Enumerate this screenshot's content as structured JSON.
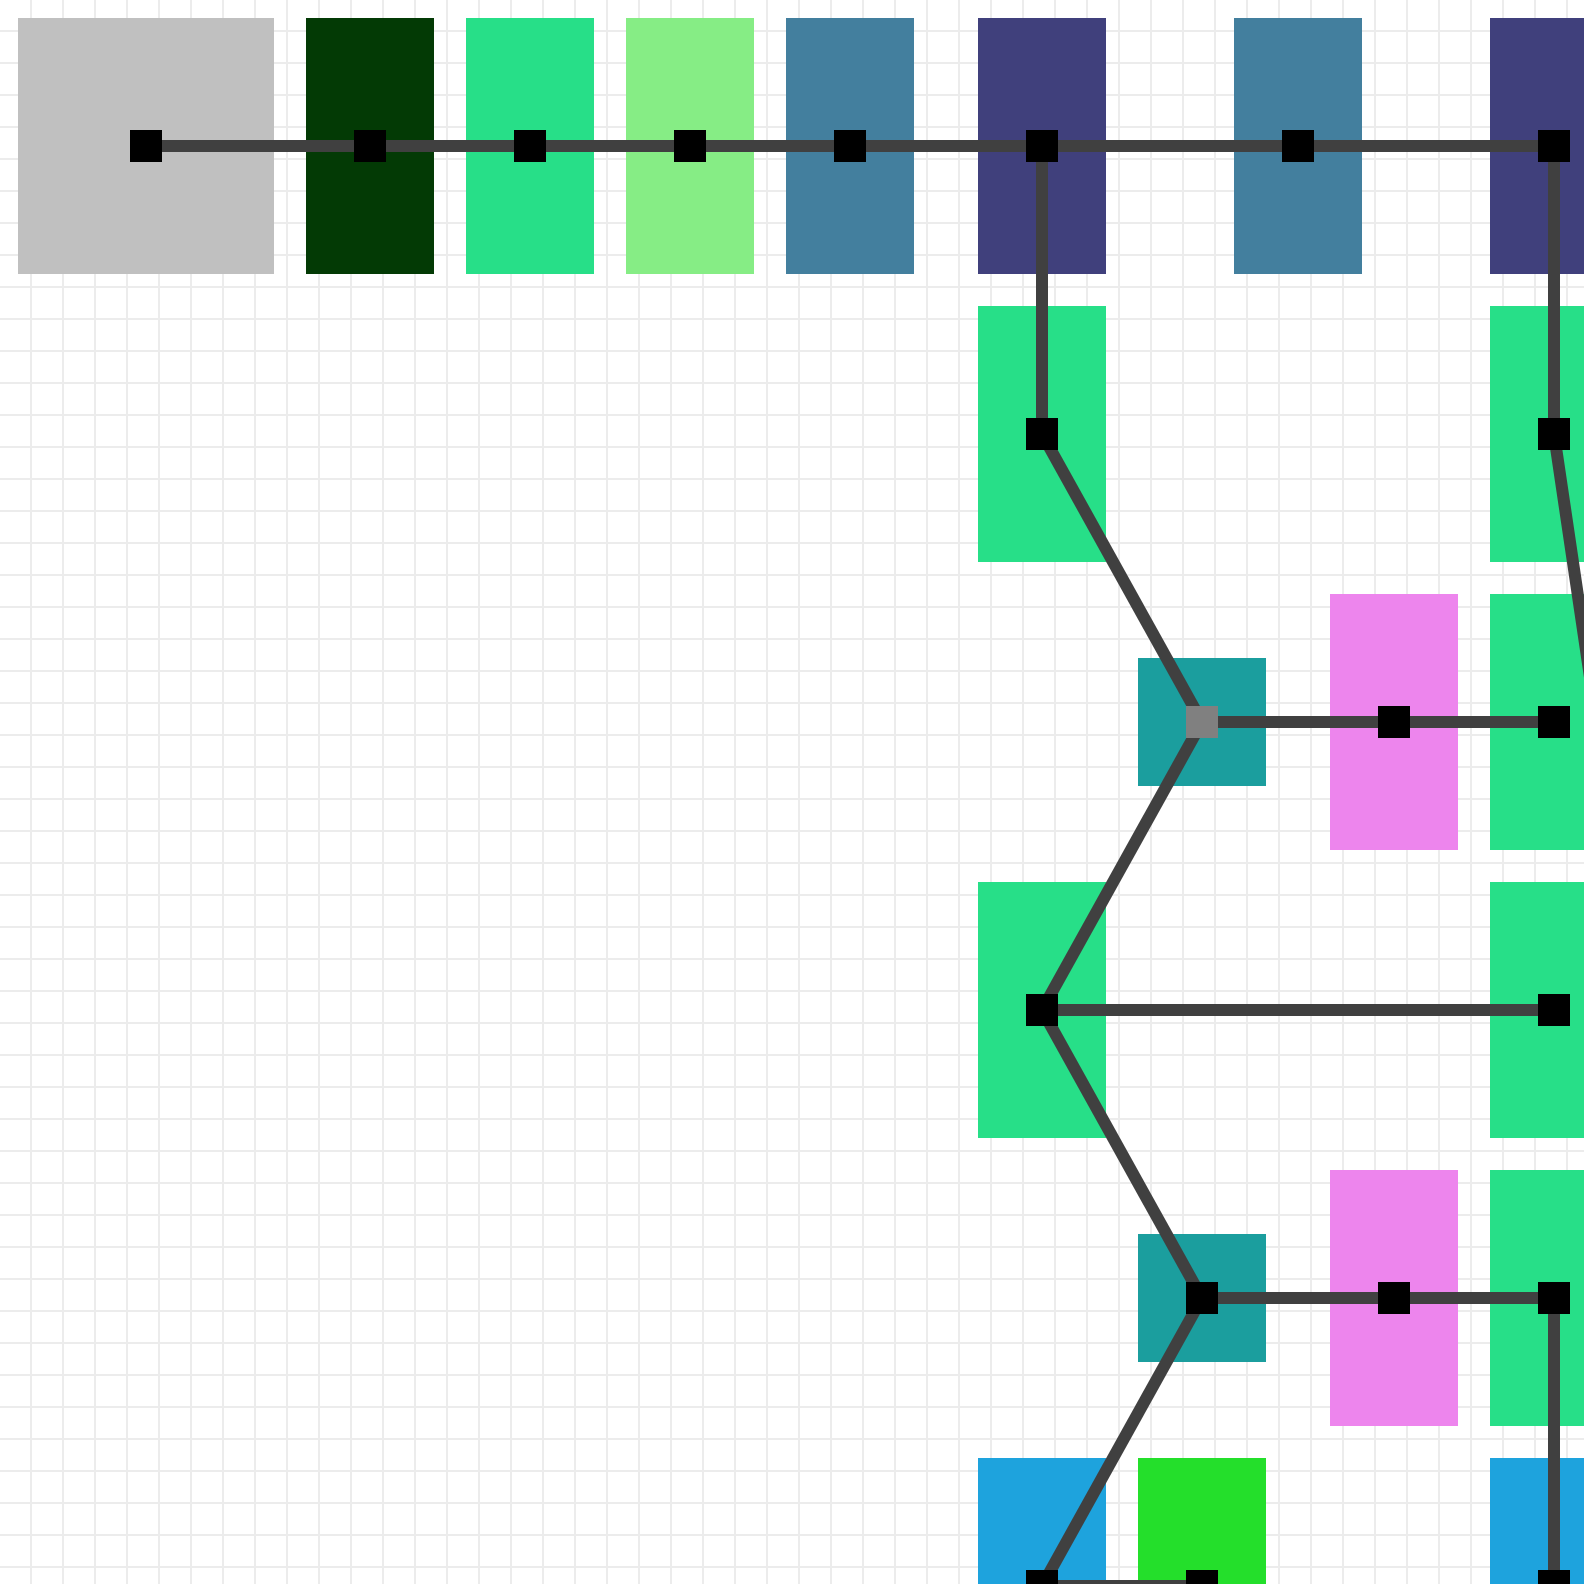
{
  "diagram": {
    "background": "#ffffff",
    "grid_color": "#ececec",
    "edge_color": "#404040",
    "handle_color": "#000000",
    "handle_selected_color": "#808080",
    "palette": {
      "gray": "#c0c0c0",
      "dark_green": "#033a05",
      "mint": "#27df88",
      "light_green": "#86ed85",
      "steel_blue": "#437f9e",
      "navy": "#40407c",
      "teal": "#1b9e9e",
      "violet": "#ed85ed",
      "sky_blue": "#1ea3dd",
      "lime": "#24df2b"
    },
    "node_colors": [
      "gray",
      "dark_green",
      "mint",
      "light_green",
      "steel_blue",
      "navy",
      "steel_blue",
      "navy",
      "mint",
      "mint",
      "teal",
      "violet",
      "mint",
      "mint",
      "mint",
      "teal",
      "violet",
      "mint",
      "sky_blue",
      "lime",
      "sky_blue"
    ],
    "handle_count": 22,
    "selected_handle_index": 10,
    "edge_count": 21
  }
}
